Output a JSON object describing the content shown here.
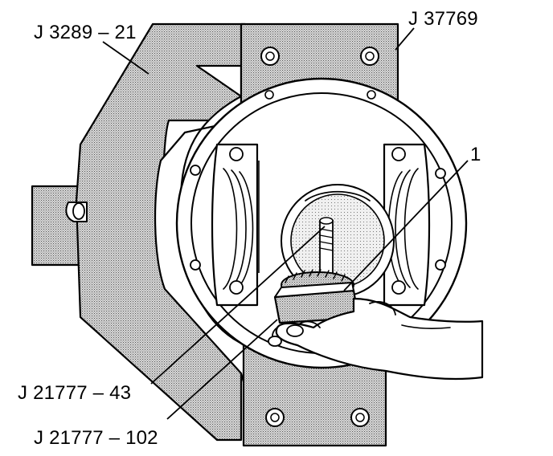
{
  "labels": {
    "tool_j3289_21": "J 3289 – 21",
    "tool_j37769": "J 37769",
    "item_1": "1",
    "tool_j21777_43": "J 21777 – 43",
    "tool_j21777_102": "J 21777 – 102"
  },
  "colors": {
    "ink": "#000000",
    "paper": "#ffffff",
    "stipple": "#b8b8b8"
  }
}
